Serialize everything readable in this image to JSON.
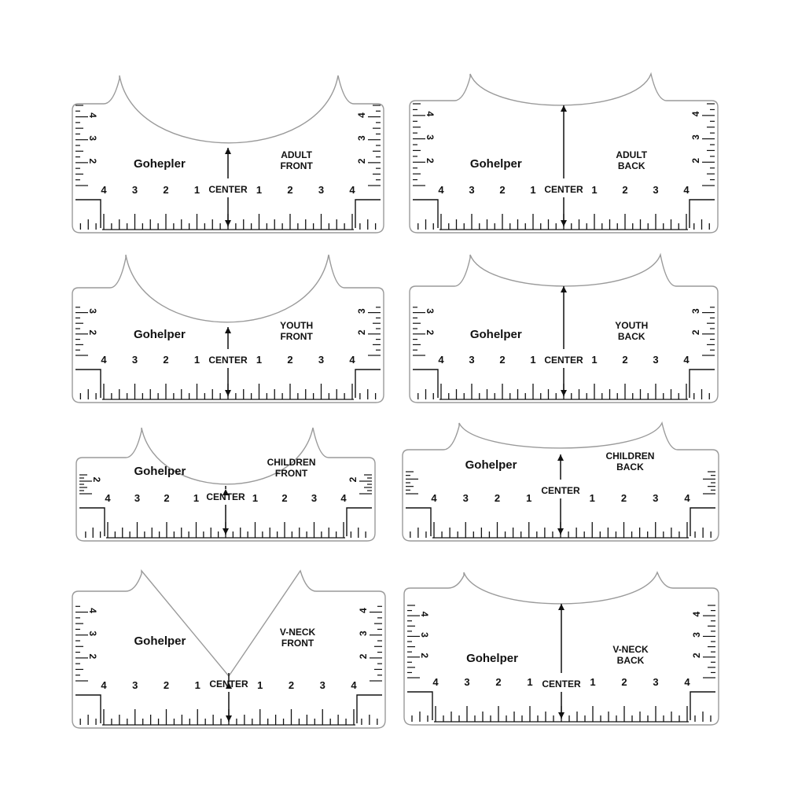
{
  "colors": {
    "outline": "#9a9a9a",
    "ink": "#111111",
    "fill": "#ffffff"
  },
  "rulers": [
    {
      "id": "adult-front",
      "brand": "Gohepler",
      "label": [
        "ADULT",
        "FRONT"
      ],
      "center_label": "CENTER",
      "neckline": "round",
      "side_numbers": [
        "2",
        "3",
        "4"
      ],
      "bottom_numbers": [
        "4",
        "3",
        "2",
        "1",
        "1",
        "2",
        "3",
        "4"
      ]
    },
    {
      "id": "adult-back",
      "brand": "Gohelper",
      "label": [
        "ADULT",
        "BACK"
      ],
      "center_label": "CENTER",
      "neckline": "shallow",
      "side_numbers": [
        "2",
        "3",
        "4"
      ],
      "bottom_numbers": [
        "4",
        "3",
        "2",
        "1",
        "1",
        "2",
        "3",
        "4"
      ]
    },
    {
      "id": "youth-front",
      "brand": "Gohelper",
      "label": [
        "YOUTH",
        "FRONT"
      ],
      "center_label": "CENTER",
      "neckline": "round",
      "side_numbers": [
        "2",
        "3"
      ],
      "bottom_numbers": [
        "4",
        "3",
        "2",
        "1",
        "1",
        "2",
        "3",
        "4"
      ]
    },
    {
      "id": "youth-back",
      "brand": "Gohelper",
      "label": [
        "YOUTH",
        "BACK"
      ],
      "center_label": "CENTER",
      "neckline": "shallow",
      "side_numbers": [
        "2",
        "3"
      ],
      "bottom_numbers": [
        "4",
        "3",
        "2",
        "1",
        "1",
        "2",
        "3",
        "4"
      ]
    },
    {
      "id": "children-front",
      "brand": "Gohelper",
      "label": [
        "CHILDREN",
        "FRONT"
      ],
      "center_label": "CENTER",
      "neckline": "round",
      "side_numbers": [
        "2"
      ],
      "bottom_numbers": [
        "4",
        "3",
        "2",
        "1",
        "1",
        "2",
        "3",
        "4"
      ]
    },
    {
      "id": "children-back",
      "brand": "Gohelper",
      "label": [
        "CHILDREN",
        "BACK"
      ],
      "center_label": "CENTER",
      "neckline": "shallow",
      "side_numbers": [],
      "bottom_numbers": [
        "4",
        "3",
        "2",
        "1",
        "1",
        "2",
        "3",
        "4"
      ]
    },
    {
      "id": "vneck-front",
      "brand": "Gohelper",
      "label": [
        "V-NECK",
        "FRONT"
      ],
      "center_label": "CENTER",
      "neckline": "v",
      "side_numbers": [
        "2",
        "3",
        "4"
      ],
      "bottom_numbers": [
        "4",
        "3",
        "2",
        "1",
        "1",
        "2",
        "3",
        "4"
      ]
    },
    {
      "id": "vneck-back",
      "brand": "Gohelper",
      "label": [
        "V-NECK",
        "BACK"
      ],
      "center_label": "CENTER",
      "neckline": "shallow",
      "side_numbers": [
        "2",
        "3",
        "4"
      ],
      "bottom_numbers": [
        "4",
        "3",
        "2",
        "1",
        "1",
        "2",
        "3",
        "4"
      ]
    }
  ]
}
